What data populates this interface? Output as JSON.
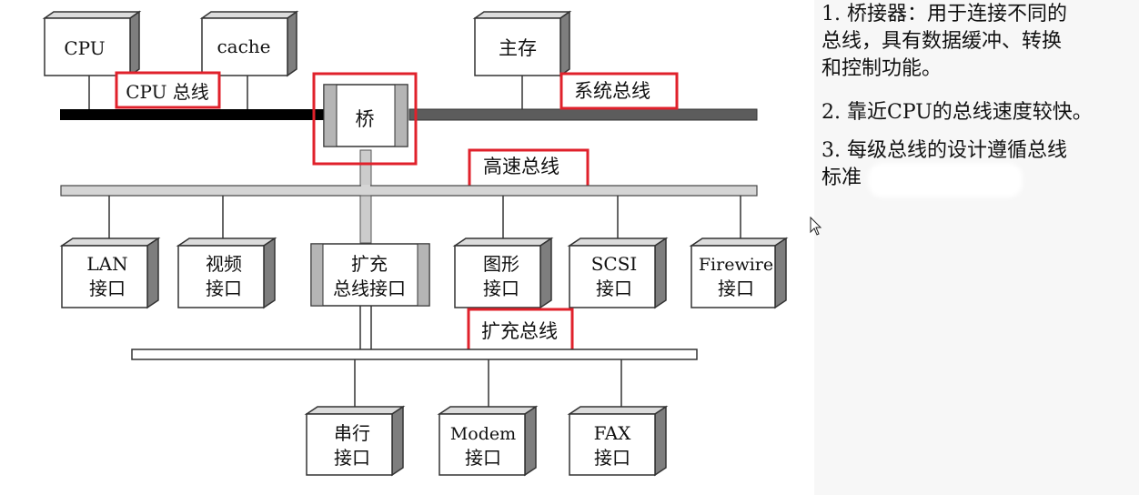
{
  "diagram": {
    "top_nodes": {
      "cpu": "CPU",
      "cache": "cache",
      "main_memory": "主存",
      "bridge": "桥"
    },
    "bus_labels": {
      "cpu_bus": "CPU 总线",
      "system_bus": "系统总线",
      "high_speed_bus": "高速总线",
      "expansion_bus": "扩充总线"
    },
    "middle_nodes": [
      {
        "line1": "LAN",
        "line2": "接口"
      },
      {
        "line1": "视频",
        "line2": "接口"
      },
      {
        "line1": "扩充",
        "line2": "总线接口"
      },
      {
        "line1": "图形",
        "line2": "接口"
      },
      {
        "line1": "SCSI",
        "line2": "接口"
      },
      {
        "line1": "Firewire",
        "line2": "接口"
      }
    ],
    "bottom_nodes": [
      {
        "line1": "串行",
        "line2": "接口"
      },
      {
        "line1": "Modem",
        "line2": "接口"
      },
      {
        "line1": "FAX",
        "line2": "接口"
      }
    ],
    "highlight_color": "#e0212b"
  },
  "notes": {
    "n1_line1": "1. 桥接器：用于连接不同的",
    "n1_line2": "总线，具有数据缓冲、转换",
    "n1_line3": "和控制功能。",
    "n2": "2. 靠近CPU的总线速度较快。",
    "n3_line1": "3. 每级总线的设计遵循总线",
    "n3_line2": "标准"
  },
  "icons": {
    "cursor": "mouse-pointer-icon"
  }
}
